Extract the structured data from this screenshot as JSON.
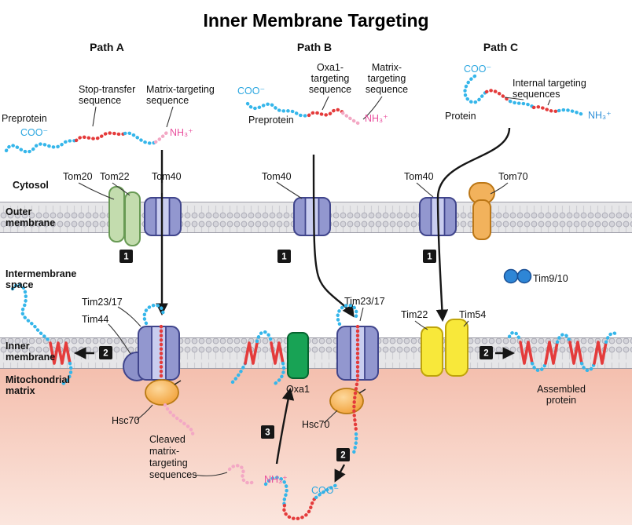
{
  "title": "Inner Membrane Targeting",
  "regions": {
    "cytosol": "Cytosol",
    "outer_membrane": [
      "Outer",
      "membrane"
    ],
    "intermembrane_space": [
      "Intermembrane",
      "space"
    ],
    "inner_membrane": [
      "Inner",
      "membrane"
    ],
    "matrix": [
      "Mitochondrial",
      "matrix"
    ]
  },
  "path_a": {
    "heading": "Path A",
    "stop_transfer": [
      "Stop-transfer",
      "sequence"
    ],
    "matrix_targeting": [
      "Matrix-targeting",
      "sequence"
    ],
    "preprotein": "Preprotein",
    "coo": "COO⁻",
    "nh3": "NH₃⁺",
    "tom20": "Tom20",
    "tom22": "Tom22",
    "tom40": "Tom40",
    "step1": "1",
    "tim23": "Tim23/17",
    "tim44": "Tim44",
    "step2": "2",
    "hsc70": "Hsc70",
    "cleaved": [
      "Cleaved",
      "matrix-",
      "targeting",
      "sequences"
    ]
  },
  "path_b": {
    "heading": "Path B",
    "oxa1_targeting": [
      "Oxa1-",
      "targeting",
      "sequence"
    ],
    "matrix_targeting": [
      "Matrix-",
      "targeting",
      "sequence"
    ],
    "coo": "COO⁻",
    "preprotein": "Preprotein",
    "nh3": "NH₃⁺",
    "tom40": "Tom40",
    "step1": "1",
    "tim23": "Tim23/17",
    "oxa1": "Oxa1",
    "hsc70": "Hsc70",
    "step3": "3",
    "step2": "2",
    "nh3_matrix": "NH₃⁺",
    "coo_matrix": "COO⁻"
  },
  "path_c": {
    "heading": "Path C",
    "coo": "COO⁻",
    "internal_targeting": [
      "Internal targeting",
      "sequences"
    ],
    "protein": "Protein",
    "nh3": "NH₃⁺",
    "tom40": "Tom40",
    "tom70": "Tom70",
    "step1": "1",
    "tim910": "Tim9/10",
    "tim22": "Tim22",
    "tim54": "Tim54",
    "step2": "2",
    "assembled": [
      "Assembled",
      "protein"
    ]
  },
  "colors": {
    "chain_blue": "#35b6ea",
    "signal_red": "#e43b3b",
    "presequence_pink": "#f3a8c4",
    "nh3_magenta": "#e9509e",
    "coo_blue": "#2da7e0",
    "barrel_purple": "#9297cf",
    "tom20_22_green": "#c3dcae",
    "tom70_orange": "#f2b25c",
    "oxa1_green": "#18a355",
    "tim_yellow": "#f8e83a",
    "tim910_blue": "#2e86d6",
    "hsc70_orange": "#f5a843",
    "matrix_pink": "#f4bfae"
  }
}
